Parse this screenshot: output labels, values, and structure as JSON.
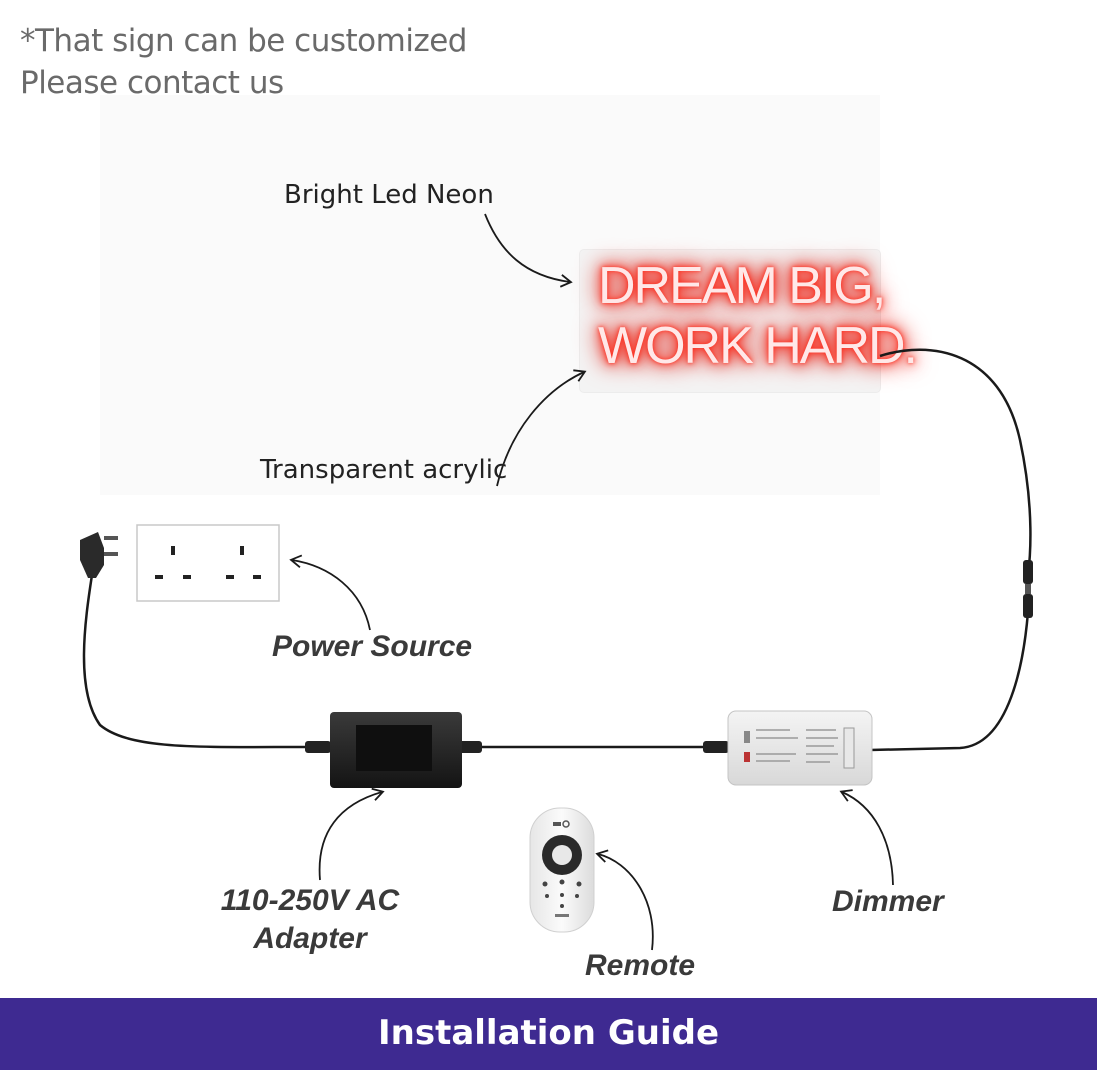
{
  "note": {
    "line1": "*That sign can be customized",
    "line2": "Please contact us"
  },
  "sign": {
    "line1": "DREAM BIG,",
    "line2": "WORK HARD."
  },
  "labels": {
    "bright_led_neon": "Bright Led Neon",
    "transparent_acrylic": "Transparent acrylic",
    "power_source": "Power Source",
    "adapter_line1": "110-250V AC",
    "adapter_line2": "Adapter",
    "remote": "Remote",
    "dimmer": "Dimmer"
  },
  "banner": {
    "title": "Installation Guide"
  },
  "colors": {
    "banner": "#3e2a91",
    "neon_glow": "#ff2a1a",
    "cable": "#1a1a1a"
  }
}
